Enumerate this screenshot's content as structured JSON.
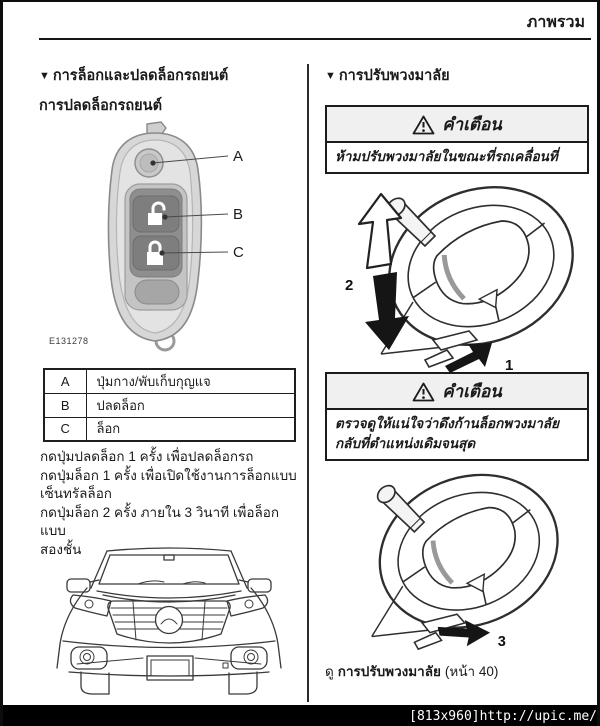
{
  "page": {
    "header_title": "ภาพรวม",
    "watermark": "[813x960]http://upic.me/"
  },
  "left_column": {
    "section_marker": "▼",
    "section_title": "การล็อกและปลดล็อกรถยนต์",
    "subsection_title": "การปลดล็อกรถยนต์",
    "figure_code": "E131278",
    "fob_labels": {
      "a": "A",
      "b": "B",
      "c": "C"
    },
    "legend_table": {
      "rows": [
        {
          "key": "A",
          "desc": "ปุ่มกาง/พับเก็บกุญแจ"
        },
        {
          "key": "B",
          "desc": "ปลดล็อก"
        },
        {
          "key": "C",
          "desc": "ล็อก"
        }
      ]
    },
    "instruction_lines": [
      "กดปุ่มปลดล็อก 1 ครั้ง เพื่อปลดล็อกรถ",
      "กดปุ่มล็อก 1 ครั้ง เพื่อเปิดใช้งานการล็อกแบบ",
      "เซ็นทรัลล็อก",
      "กดปุ่มล็อก 2 ครั้ง ภายใน 3 วินาที เพื่อล็อกแบบ",
      "สองชั้น"
    ]
  },
  "right_column": {
    "section_marker": "▼",
    "section_title": "การปรับพวงมาลัย",
    "warning1": {
      "title": "คำเตือน",
      "body_lines": [
        "ห้ามปรับพวงมาลัยในขณะที่รถเคลื่อนที่"
      ]
    },
    "warning2": {
      "title": "คำเตือน",
      "body_lines": [
        "ตรวจดูให้แน่ใจว่าดึงก้านล็อกพวงมาลัย",
        "กลับที่ตำแหน่งเดิมจนสุด"
      ]
    },
    "figure1_labels": {
      "tilt_arrows": "2",
      "release_lever": "1"
    },
    "figure2_labels": {
      "release_lever": "3"
    },
    "reference": {
      "prefix": "ดู",
      "link_text": "การปรับพวงมาลัย",
      "suffix": "(หน้า 40)"
    }
  },
  "colors": {
    "ink": "#1a1a1a",
    "warn_header_bg": "#f0f0f0",
    "watermark_bar_bg": "#000000",
    "watermark_text": "#ffffff"
  }
}
